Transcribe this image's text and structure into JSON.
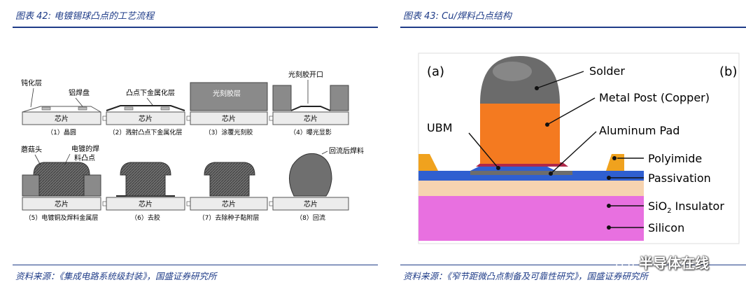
{
  "left": {
    "title": "图表 42:  电镀锡球凸点的工艺流程",
    "source": "资料来源：《集成电路系统级封装》，国盛证券研究所",
    "chip_label": "芯片",
    "step_captions": [
      "（1）晶圆",
      "（2）溅射凸点下金属化层",
      "（3）涂覆光刻胶",
      "（4）曝光显影",
      "（5）电镀铜及焊料金属层",
      "（6）去胶",
      "（7）去除种子黏附层",
      "（8）回流"
    ],
    "callouts": {
      "passivation": "钝化层",
      "al_pad": "铝焊盘",
      "ubm": "凸点下金属化层",
      "photoresist": "光刻胶层",
      "opening": "光刻胶开口",
      "mushroom": "蘑菇头",
      "plated_bump_1": "电镀的焊",
      "plated_bump_2": "料凸点",
      "reflowed": "回流后焊料"
    }
  },
  "right": {
    "title": "图表 43:  Cu/焊料凸点结构",
    "source": "资料来源：《窄节距微凸点制备及可靠性研究》，国盛证券研究所",
    "panel_a": "(a)",
    "panel_b": "(b)",
    "labels": {
      "solder": "Solder",
      "metal_post": "Metal Post (Copper)",
      "ubm": "UBM",
      "al_pad": "Aluminum Pad",
      "polyimide": "Polyimide",
      "passivation": "Passivation",
      "sio2_pre": "SiO",
      "sio2_sub": "2",
      "sio2_post": " Insulator",
      "silicon": "Silicon"
    },
    "colors": {
      "solder": "#6b6b6b",
      "copper": "#f47a20",
      "polyimide": "#f0a21e",
      "passivation": "#2f5fd0",
      "sio2": "#f6d3b0",
      "silicon": "#e870e0",
      "ubm": "#b0284a"
    }
  },
  "watermark": "半导体在线"
}
